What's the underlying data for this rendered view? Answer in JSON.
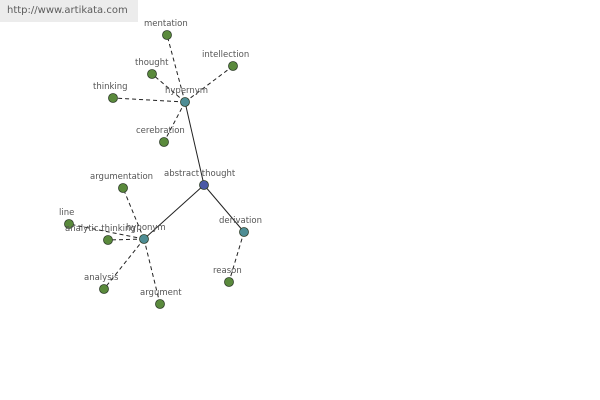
{
  "watermark": {
    "text": "http://www.artikata.com"
  },
  "graph": {
    "style": {
      "node_green": "#5a8a3c",
      "node_teal": "#4e8d94",
      "node_center": "#4a5aa6",
      "node_stroke": "#2f3f2a",
      "edge_color": "#222222",
      "label_color": "#555555"
    },
    "nodes": [
      {
        "id": "abstract-thought",
        "label": "abstract thought",
        "kind": "center"
      },
      {
        "id": "hypernym",
        "label": "hypernym",
        "kind": "relation"
      },
      {
        "id": "hyponym",
        "label": "hyponym",
        "kind": "relation"
      },
      {
        "id": "derivation",
        "label": "derivation",
        "kind": "relation"
      },
      {
        "id": "mentation",
        "label": "mentation",
        "kind": "word"
      },
      {
        "id": "thought",
        "label": "thought",
        "kind": "word"
      },
      {
        "id": "intellection",
        "label": "intellection",
        "kind": "word"
      },
      {
        "id": "thinking",
        "label": "thinking",
        "kind": "word"
      },
      {
        "id": "cerebration",
        "label": "cerebration",
        "kind": "word"
      },
      {
        "id": "argumentation",
        "label": "argumentation",
        "kind": "word"
      },
      {
        "id": "line",
        "label": "line",
        "kind": "word"
      },
      {
        "id": "analytic-thinking",
        "label": "analytic thinking",
        "kind": "word"
      },
      {
        "id": "analysis",
        "label": "analysis",
        "kind": "word"
      },
      {
        "id": "argument",
        "label": "argument",
        "kind": "word"
      },
      {
        "id": "reason",
        "label": "reason",
        "kind": "word"
      }
    ],
    "edges": [
      {
        "from": "abstract-thought",
        "to": "hypernym",
        "style": "solid"
      },
      {
        "from": "abstract-thought",
        "to": "hyponym",
        "style": "solid"
      },
      {
        "from": "abstract-thought",
        "to": "derivation",
        "style": "solid"
      },
      {
        "from": "hypernym",
        "to": "mentation",
        "style": "dashed"
      },
      {
        "from": "hypernym",
        "to": "thought",
        "style": "dashed"
      },
      {
        "from": "hypernym",
        "to": "intellection",
        "style": "dashed"
      },
      {
        "from": "hypernym",
        "to": "thinking",
        "style": "dashed"
      },
      {
        "from": "hypernym",
        "to": "cerebration",
        "style": "dashed"
      },
      {
        "from": "hyponym",
        "to": "argumentation",
        "style": "dashed"
      },
      {
        "from": "hyponym",
        "to": "line",
        "style": "dashed"
      },
      {
        "from": "hyponym",
        "to": "analytic-thinking",
        "style": "dashed"
      },
      {
        "from": "hyponym",
        "to": "analysis",
        "style": "dashed"
      },
      {
        "from": "hyponym",
        "to": "argument",
        "style": "dashed"
      },
      {
        "from": "derivation",
        "to": "reason",
        "style": "dashed"
      }
    ]
  }
}
